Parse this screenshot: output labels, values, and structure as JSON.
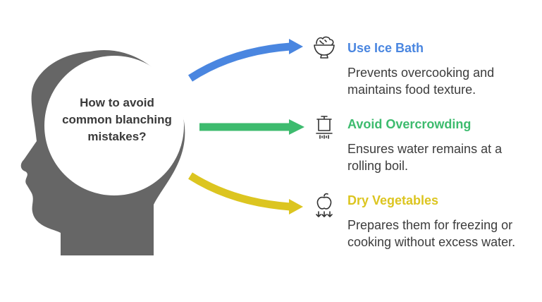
{
  "center": {
    "question": "How to avoid common blanching mistakes?"
  },
  "items": [
    {
      "title": "Use Ice Bath",
      "description": "Prevents overcooking and maintains food texture.",
      "icon": "ice-bowl-icon",
      "color": "#4a86e0"
    },
    {
      "title": "Avoid Overcrowding",
      "description": "Ensures water remains at a rolling boil.",
      "icon": "pot-boiling-icon",
      "color": "#3dbb6e"
    },
    {
      "title": "Dry Vegetables",
      "description": "Prepares them for freezing or cooking without excess water.",
      "icon": "vegetable-drip-icon",
      "color": "#dcc520"
    }
  ],
  "colors": {
    "head": "#666666",
    "circle": "#ffffff",
    "text": "#3c3c3c"
  }
}
